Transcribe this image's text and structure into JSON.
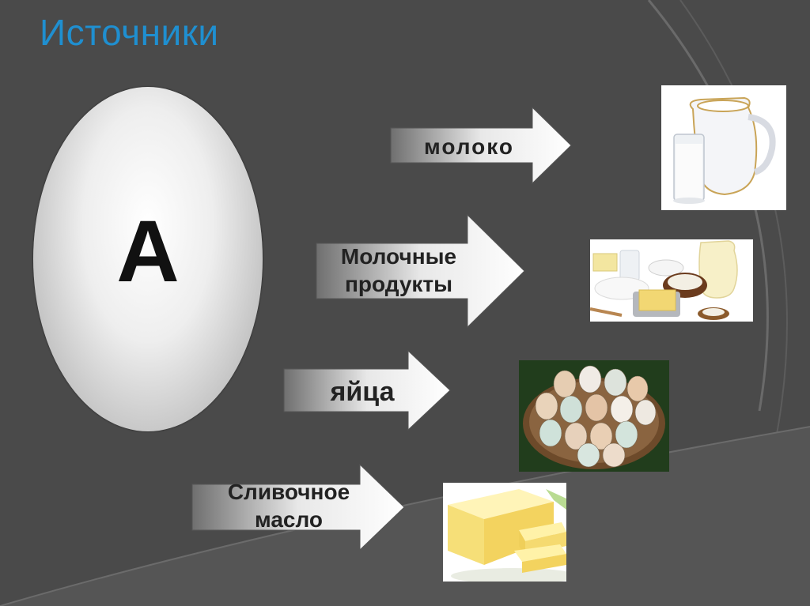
{
  "slide": {
    "title": "Источники",
    "vitamin_letter": "А",
    "sources": [
      {
        "label": "молоко",
        "image": "milk-jug-and-glass"
      },
      {
        "label": "Молочные продукты",
        "image": "dairy-products"
      },
      {
        "label": "яйца",
        "image": "basket-of-eggs"
      },
      {
        "label": "Сливочное масло",
        "image": "butter-block"
      }
    ]
  },
  "colors": {
    "background": "#4a4a4a",
    "title": "#1f8fd0",
    "text": "#222222"
  }
}
